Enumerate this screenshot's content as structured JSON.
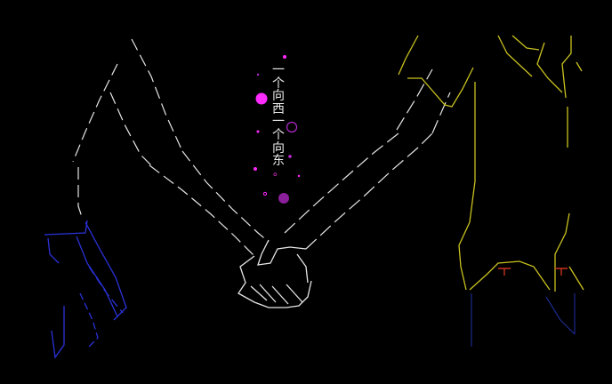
{
  "caption": {
    "lines": [
      "一",
      "个",
      "向",
      "西",
      "一",
      "个",
      "向",
      "东",
      "。"
    ]
  },
  "colors": {
    "background": "#000000",
    "line_white": "#e6e6e6",
    "line_yellow": "#c9c21e",
    "line_blue": "#2a32d8",
    "accent_magenta": "#ff2bff",
    "accent_purple": "#8a1f9a",
    "accent_red": "#c8331f"
  }
}
